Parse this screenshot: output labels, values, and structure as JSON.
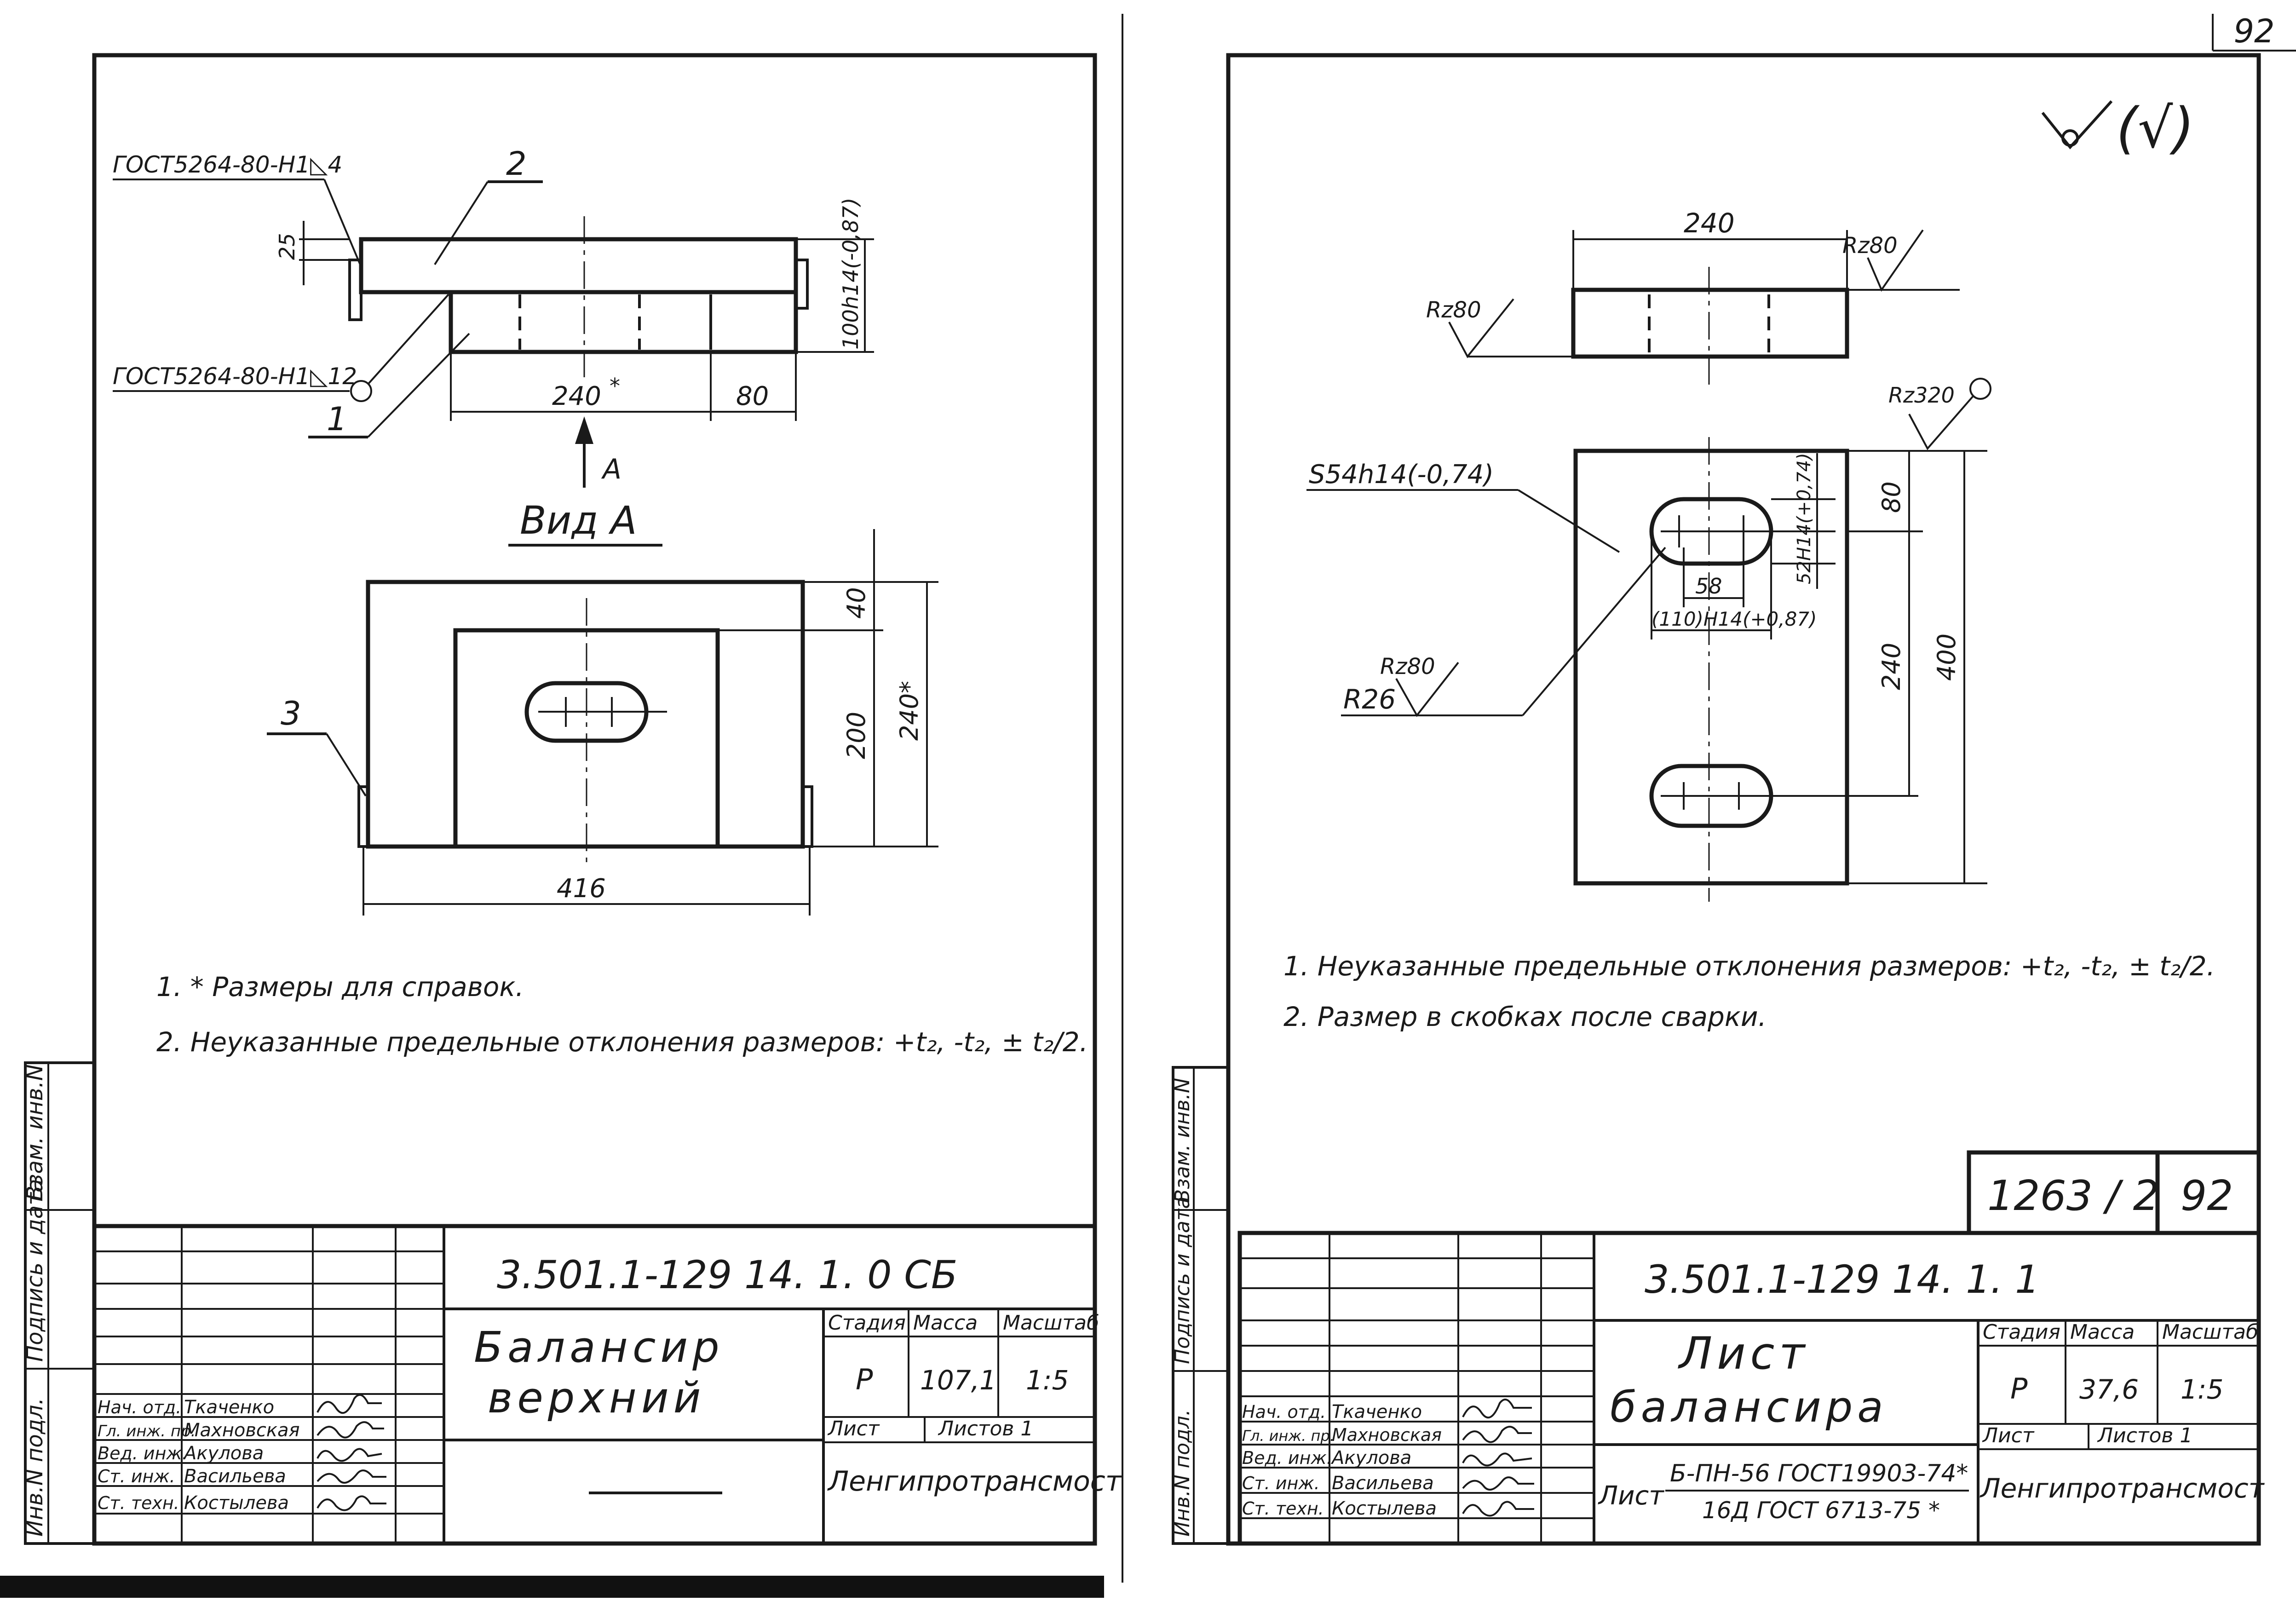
{
  "page": {
    "number_top": "92"
  },
  "left_sheet": {
    "callouts": {
      "weld_top": "ГОСТ5264-80-Н1◺4",
      "weld_bottom": "ГОСТ5264-80-Н1◺12",
      "pos1": "1",
      "pos2": "2",
      "pos3": "3"
    },
    "dims": {
      "d25": "25",
      "d100": "100h14(-0,87)",
      "d240": "240",
      "d240_star": "*",
      "d80": "80",
      "d40": "40",
      "d200": "200",
      "d240v": "240*",
      "d416": "416"
    },
    "view_arrow": "A",
    "view_label": "Вид А",
    "notes": [
      "1. * Размеры для справок.",
      "2. Неуказанные предельные отклонения размеров: +t₂, -t₂, ± t₂/2."
    ],
    "side_stamp": {
      "col1": "Инв.N подл.",
      "col2": "Подпись и дата",
      "col3": "Взам. инв.N"
    },
    "title_block": {
      "code": "3.501.1-129    14. 1. 0 СБ",
      "name_line1": "Балансир",
      "name_line2": "верхний",
      "stage_header": "Стадия",
      "mass_header": "Масса",
      "scale_header": "Масштаб",
      "stage": "Р",
      "mass": "107,1",
      "scale": "1:5",
      "sheet_label": "Лист",
      "sheets_label": "Листов 1",
      "org": "Ленгипротрансмост",
      "material": "",
      "people": [
        {
          "role": "Нач. отд.",
          "name": "Ткаченко"
        },
        {
          "role": "Гл. инж. пр.",
          "name": "Махновская"
        },
        {
          "role": "Вед. инж.",
          "name": "Акулова"
        },
        {
          "role": "Ст. инж.",
          "name": "Васильева"
        },
        {
          "role": "Ст. техн.",
          "name": "Костылева"
        }
      ]
    }
  },
  "right_sheet": {
    "roughness_top": "(√)",
    "dims": {
      "d240": "240",
      "rz80_a": "Rz80",
      "rz80_b": "Rz80",
      "rz320": "Rz320",
      "s54": "S54h14(-0,74)",
      "d80": "80",
      "d52": "52H14(+0,74)",
      "d58": "58",
      "d110": "(110)H14(+0,87)",
      "rz80_c": "Rz80",
      "r26": "R26",
      "d240v": "240",
      "d400": "400"
    },
    "notes": [
      "1. Неуказанные предельные отклонения размеров: +t₂, -t₂, ± t₂/2.",
      "2. Размер в скобках после сварки."
    ],
    "corner_box": {
      "left": "1263 / 2",
      "right": "92"
    },
    "side_stamp": {
      "col1": "Инв.N подл.",
      "col2": "Подпись и дата",
      "col3": "Взам. инв.N"
    },
    "title_block": {
      "code": "3.501.1-129    14. 1. 1",
      "name_line1": "Лист",
      "name_line2": "балансира",
      "stage_header": "Стадия",
      "mass_header": "Масса",
      "scale_header": "Масштаб",
      "stage": "Р",
      "mass": "37,6",
      "scale": "1:5",
      "sheet_label": "Лист",
      "sheets_label": "Листов 1",
      "org": "Ленгипротрансмост",
      "material_prefix": "Лист",
      "material_line1": "Б-ПН-56 ГОСТ19903-74*",
      "material_line2": "16Д ГОСТ 6713-75 *",
      "people": [
        {
          "role": "Нач. отд.",
          "name": "Ткаченко"
        },
        {
          "role": "Гл. инж. пр.",
          "name": "Махновская"
        },
        {
          "role": "Вед. инж.",
          "name": "Акулова"
        },
        {
          "role": "Ст. инж.",
          "name": "Васильева"
        },
        {
          "role": "Ст. техн.",
          "name": "Костылева"
        }
      ]
    }
  }
}
